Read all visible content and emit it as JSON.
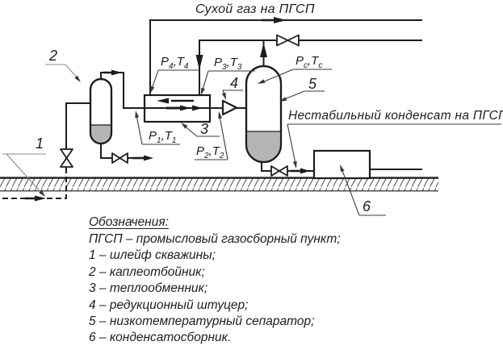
{
  "diagram": {
    "flow_labels": {
      "dry_gas": "Сухой газ на ПГСП",
      "condensate": "Нестабильный конденсат на ПГСП"
    },
    "tags": {
      "p4t4": {
        "p": "P",
        "ps": "4",
        "t": ",T",
        "ts": "4"
      },
      "p3t3": {
        "p": "P",
        "ps": "3",
        "t": ",T",
        "ts": "3"
      },
      "pctc": {
        "p": "P",
        "ps": "с",
        "t": ",T",
        "ts": "с"
      },
      "p1t1": {
        "p": "P",
        "ps": "1",
        "t": ",T",
        "ts": "1"
      },
      "p2t2": {
        "p": "P",
        "ps": "2",
        "t": ",T",
        "ts": "2"
      }
    },
    "callouts": {
      "c1": "1",
      "c2": "2",
      "c3": "3",
      "c4": "4",
      "c5": "5",
      "c6": "6"
    }
  },
  "legend": {
    "title": "Обозначения:",
    "items": [
      "ПГСП – промысловый газосборный пункт;",
      "1 – шлейф скважины;",
      "2 – каплеотбойник;",
      "3 – теплообменник;",
      "4 – редукционный штуцер;",
      "5 – низкотемпературный сепаратор;",
      "6 – конденсатосборник."
    ]
  },
  "colors": {
    "line": "#1d1d1d",
    "liquid_fill": "#b5b5b5",
    "background": "#ffffff"
  }
}
